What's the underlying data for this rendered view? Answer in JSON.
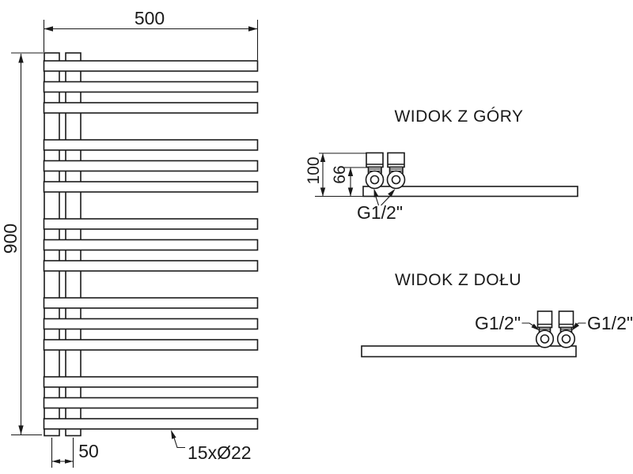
{
  "diagram": {
    "colors": {
      "line": "#1a1a1a",
      "background": "#ffffff"
    },
    "front_view": {
      "dim_width": "500",
      "dim_height": "900",
      "dim_collector_spacing": "50",
      "tube_label": "15xØ22",
      "tube_count": 15,
      "tube_rows_y": [
        77,
        103.5,
        130,
        177,
        203.5,
        230,
        277,
        303.5,
        330,
        377,
        403.5,
        430,
        477,
        503.5,
        530
      ]
    },
    "top_view": {
      "title": "WIDOK Z GÓRY",
      "dim_depth": "100",
      "dim_offset": "66",
      "connection_label": "G1/2\""
    },
    "bottom_view": {
      "title": "WIDOK Z DOŁU",
      "connection_label_left": "G1/2\"",
      "connection_label_right": "G1/2\""
    }
  }
}
